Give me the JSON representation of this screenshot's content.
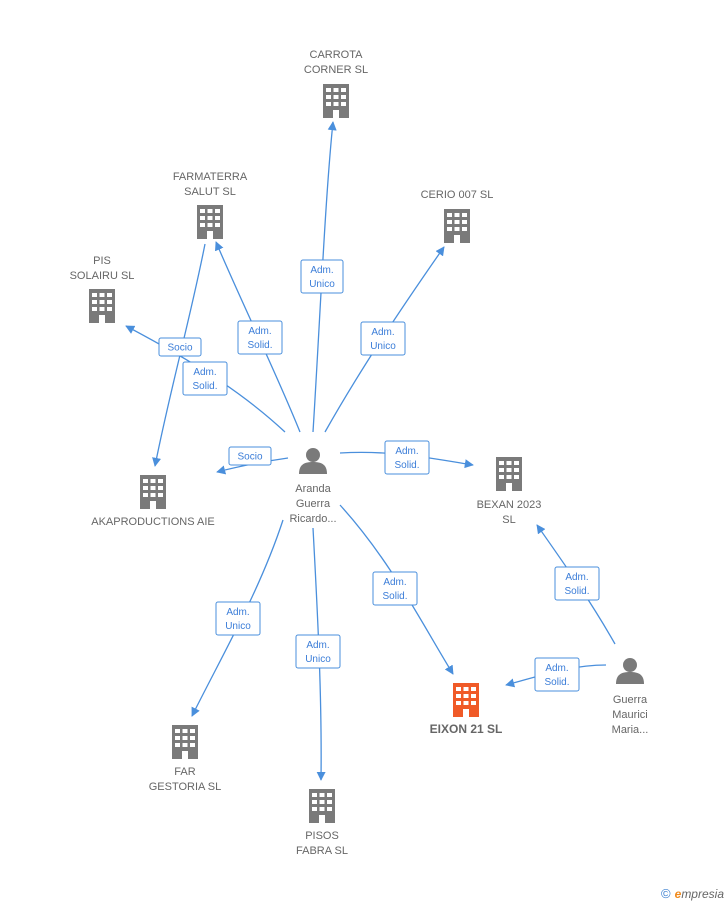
{
  "nodes": [
    {
      "id": "carrota",
      "type": "company",
      "lines": [
        "CARROTA",
        "CORNER  SL"
      ]
    },
    {
      "id": "farmaterra",
      "type": "company",
      "lines": [
        "FARMATERRA",
        "SALUT  SL"
      ]
    },
    {
      "id": "cerio",
      "type": "company",
      "lines": [
        "CERIO 007  SL"
      ]
    },
    {
      "id": "pis",
      "type": "company",
      "lines": [
        "PIS",
        "SOLAIRU  SL"
      ]
    },
    {
      "id": "akaproductions",
      "type": "company",
      "lines": [
        "AKAPRODUCTIONS AIE"
      ]
    },
    {
      "id": "aranda",
      "type": "person",
      "lines": [
        "Aranda",
        "Guerra",
        "Ricardo..."
      ]
    },
    {
      "id": "bexan",
      "type": "company",
      "lines": [
        "BEXAN 2023",
        "SL"
      ]
    },
    {
      "id": "far",
      "type": "company",
      "lines": [
        "FAR",
        "GESTORIA  SL"
      ]
    },
    {
      "id": "pisos",
      "type": "company",
      "lines": [
        "PISOS",
        "FABRA  SL"
      ]
    },
    {
      "id": "eixon",
      "type": "company-main",
      "lines": [
        "EIXON 21  SL"
      ]
    },
    {
      "id": "guerra",
      "type": "person",
      "lines": [
        "Guerra",
        "Maurici",
        "Maria..."
      ]
    }
  ],
  "edges": [
    {
      "from": "aranda",
      "to": "carrota",
      "lines": [
        "Adm.",
        "Unico"
      ]
    },
    {
      "from": "aranda",
      "to": "farmaterra",
      "lines": [
        "Adm.",
        "Solid."
      ]
    },
    {
      "from": "aranda",
      "to": "cerio",
      "lines": [
        "Adm.",
        "Unico"
      ]
    },
    {
      "from": "aranda",
      "to": "pis",
      "lines": [
        "Adm.",
        "Solid."
      ]
    },
    {
      "from": "farmaterra",
      "to": "akaproductions",
      "lines": [
        "Socio"
      ]
    },
    {
      "from": "aranda",
      "to": "akaproductions",
      "lines": [
        "Socio"
      ]
    },
    {
      "from": "aranda",
      "to": "bexan",
      "lines": [
        "Adm.",
        "Solid."
      ]
    },
    {
      "from": "aranda",
      "to": "far",
      "lines": [
        "Adm.",
        "Unico"
      ]
    },
    {
      "from": "aranda",
      "to": "pisos",
      "lines": [
        "Adm.",
        "Unico"
      ]
    },
    {
      "from": "aranda",
      "to": "eixon",
      "lines": [
        "Adm.",
        "Solid."
      ]
    },
    {
      "from": "guerra",
      "to": "bexan",
      "lines": [
        "Adm.",
        "Solid."
      ]
    },
    {
      "from": "guerra",
      "to": "eixon",
      "lines": [
        "Adm.",
        "Solid."
      ]
    }
  ],
  "colors": {
    "link": "#4a8fdc",
    "company": "#7a7a7a",
    "main_company": "#f05a28",
    "person": "#7a7a7a"
  },
  "footer": {
    "copyright": "©",
    "brand_initial": "e",
    "brand_rest": "mpresia"
  }
}
